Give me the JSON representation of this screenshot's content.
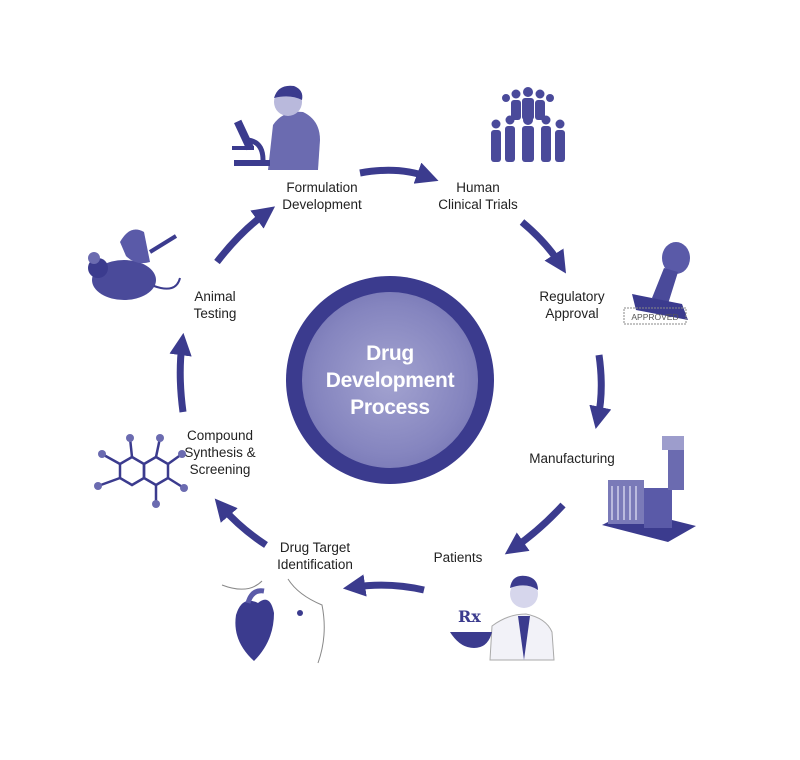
{
  "title": "Drug\nDevelopment\nProcess",
  "stages": [
    {
      "label": "Formulation\nDevelopment",
      "icon": "scientist-microscope-icon"
    },
    {
      "label": "Human\nClinical Trials",
      "icon": "people-group-icon"
    },
    {
      "label": "Regulatory\nApproval",
      "icon": "approved-stamp-icon",
      "stamp_text": "APPROVED"
    },
    {
      "label": "Manufacturing",
      "icon": "factory-machine-icon"
    },
    {
      "label": "Patients",
      "icon": "doctor-prescription-icon",
      "rx_text": "Rx"
    },
    {
      "label": "Drug Target\nIdentification",
      "icon": "heart-anatomy-icon"
    },
    {
      "label": "Compound\nSynthesis &\nScreening",
      "icon": "molecule-icon"
    },
    {
      "label": "Animal\nTesting",
      "icon": "lab-mouse-icon"
    }
  ],
  "colors": {
    "primary": "#3b3b8e",
    "light": "#8585bf",
    "text": "#222222"
  }
}
